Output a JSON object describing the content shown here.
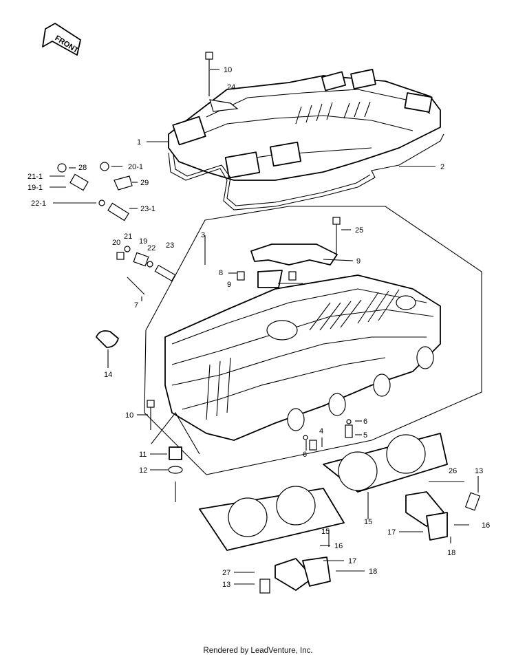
{
  "front_arrow": {
    "text": "FRONT"
  },
  "callouts": {
    "c1": "1",
    "c2": "2",
    "c3": "3",
    "c4": "4",
    "c5": "5",
    "c6a": "6",
    "c6b": "6",
    "c7": "7",
    "c8": "8",
    "c9a": "9",
    "c9b": "9",
    "c10a": "10",
    "c10b": "10",
    "c11": "11",
    "c12": "12",
    "c13a": "13",
    "c13b": "13",
    "c14": "14",
    "c15a": "15",
    "c15b": "15",
    "c16a": "16",
    "c16b": "16",
    "c17a": "17",
    "c17b": "17",
    "c18a": "18",
    "c18b": "18",
    "c19": "19",
    "c19_1": "19-1",
    "c20": "20",
    "c20_1": "20-1",
    "c21": "21",
    "c21_1": "21-1",
    "c22": "22",
    "c22_1": "22-1",
    "c23": "23",
    "c23_1": "23-1",
    "c24": "24",
    "c25": "25",
    "c26": "26",
    "c27": "27",
    "c28": "28",
    "c29": "29"
  },
  "footer": {
    "text": "Rendered by LeadVenture, Inc."
  }
}
